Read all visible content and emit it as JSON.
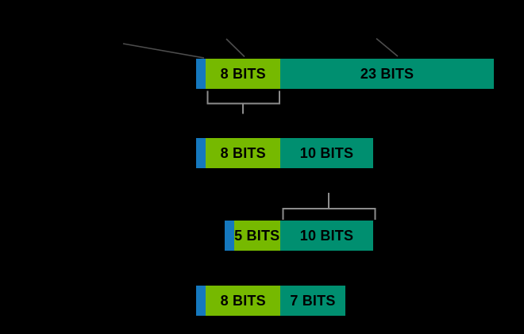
{
  "diagram": {
    "description_labels": [],
    "colors": {
      "background": "#000000",
      "sign": "#1578BE",
      "exponent": "#76B900",
      "mantissa": "#008F70",
      "label_text": "#000000",
      "leader_line": "#4D4D4D",
      "brace": "#8C8C8C"
    },
    "rows": [
      {
        "segments": [
          {
            "type": "sign",
            "bits": 1,
            "label": ""
          },
          {
            "type": "exponent",
            "bits": 8,
            "label": "8 BITS"
          },
          {
            "type": "mantissa",
            "bits": 23,
            "label": "23 BITS"
          }
        ]
      },
      {
        "segments": [
          {
            "type": "sign",
            "bits": 1,
            "label": ""
          },
          {
            "type": "exponent",
            "bits": 8,
            "label": "8 BITS"
          },
          {
            "type": "mantissa",
            "bits": 10,
            "label": "10 BITS"
          }
        ]
      },
      {
        "segments": [
          {
            "type": "sign",
            "bits": 1,
            "label": ""
          },
          {
            "type": "exponent",
            "bits": 5,
            "label": "5 BITS"
          },
          {
            "type": "mantissa",
            "bits": 10,
            "label": "10 BITS"
          }
        ]
      },
      {
        "segments": [
          {
            "type": "sign",
            "bits": 1,
            "label": ""
          },
          {
            "type": "exponent",
            "bits": 8,
            "label": "8 BITS"
          },
          {
            "type": "mantissa",
            "bits": 7,
            "label": "7 BITS"
          }
        ]
      }
    ]
  }
}
